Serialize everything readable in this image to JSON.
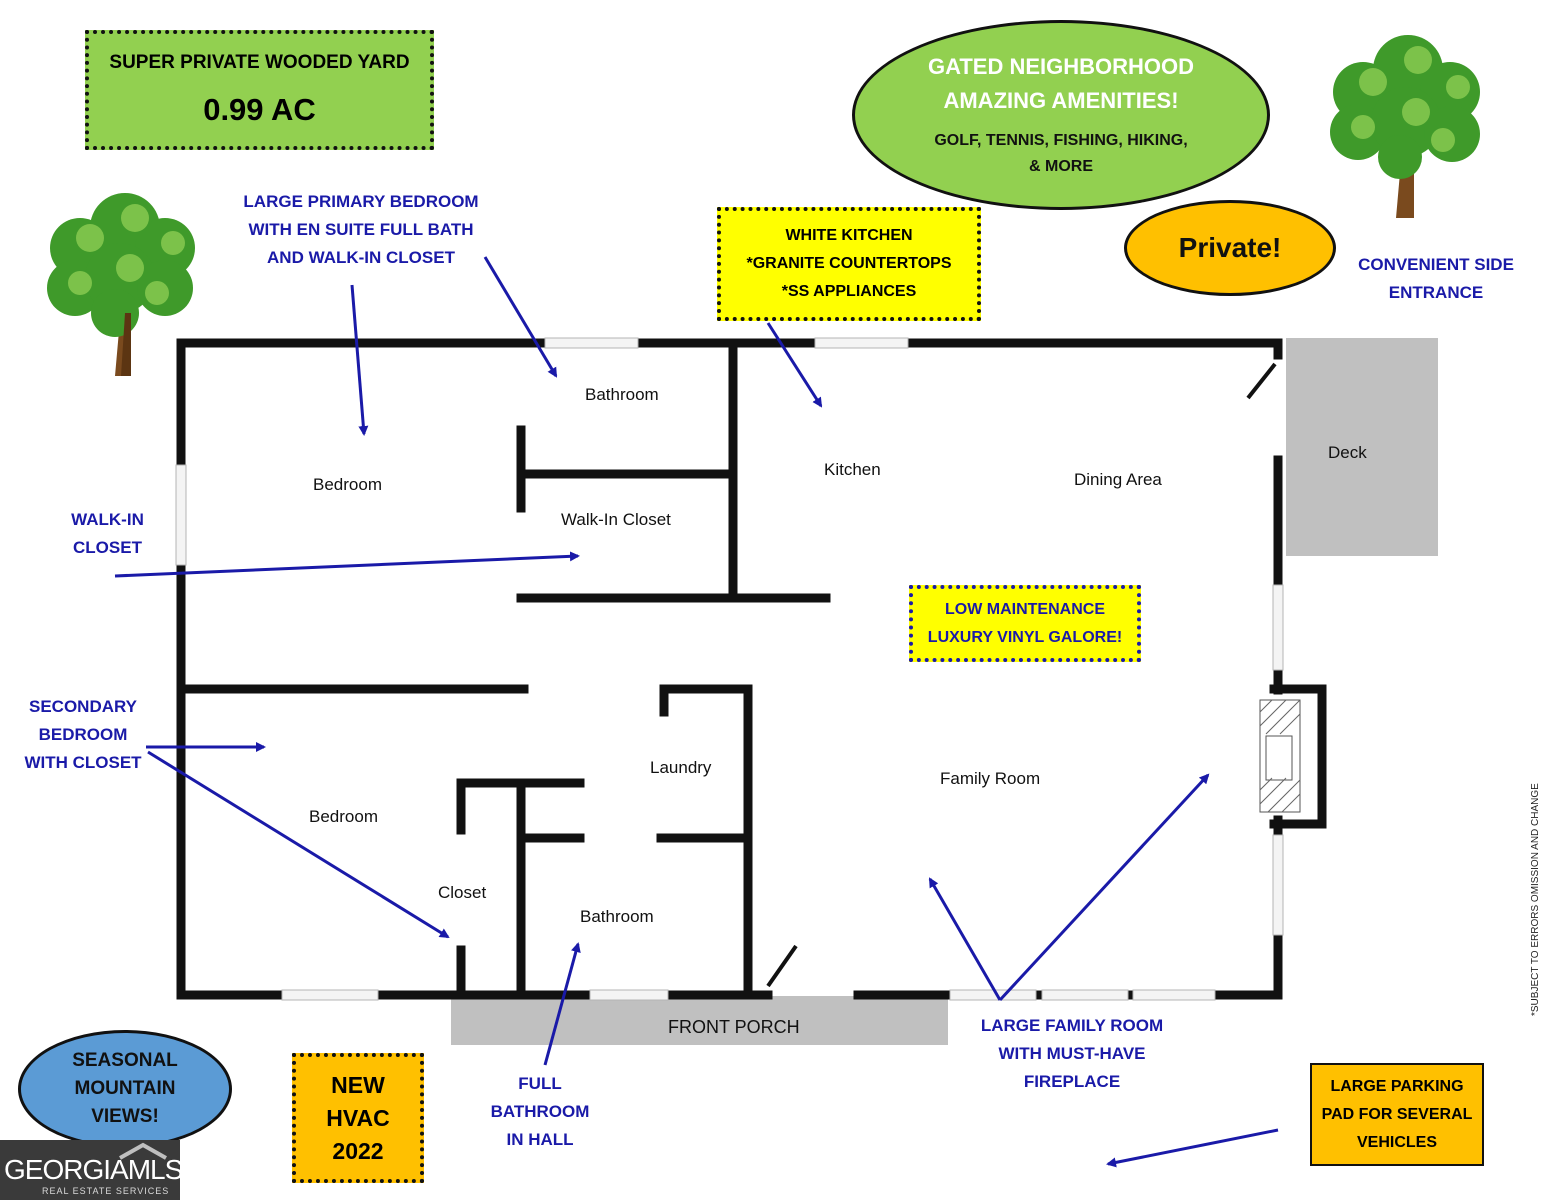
{
  "yard_box": {
    "line1": "SUPER PRIVATE WOODED YARD",
    "line2": "0.99 AC",
    "color": "#92d050"
  },
  "gated_oval": {
    "line1": "GATED NEIGHBORHOOD",
    "line2": "AMAZING AMENITIES!",
    "line3": "GOLF, TENNIS, FISHING, HIKING,",
    "line4": "& MORE",
    "color": "#92d050"
  },
  "private_oval": {
    "text": "Private!",
    "color": "#ffc000"
  },
  "kitchen_box": {
    "line1": "WHITE KITCHEN",
    "line2": "*GRANITE COUNTERTOPS",
    "line3": "*SS APPLIANCES",
    "color": "#ffff00"
  },
  "vinyl_box": {
    "line1": "LOW MAINTENANCE",
    "line2": "LUXURY VINYL GALORE!",
    "color": "#ffff00"
  },
  "mountain_oval": {
    "line1": "SEASONAL",
    "line2": "MOUNTAIN",
    "line3": "VIEWS!",
    "color": "#5b9bd5"
  },
  "hvac_box": {
    "line1": "NEW",
    "line2": "HVAC",
    "line3": "2022",
    "color": "#ffc000"
  },
  "parking_box": {
    "line1": "LARGE PARKING",
    "line2": "PAD FOR SEVERAL",
    "line3": "VEHICLES",
    "color": "#ffc000"
  },
  "notes": {
    "primary": [
      "LARGE PRIMARY BEDROOM",
      "WITH EN SUITE FULL BATH",
      "AND WALK-IN CLOSET"
    ],
    "walkin": [
      "WALK-IN",
      "CLOSET"
    ],
    "secondary": [
      "SECONDARY",
      "BEDROOM",
      "WITH CLOSET"
    ],
    "side_entrance": [
      "CONVENIENT SIDE",
      "ENTRANCE"
    ],
    "family": [
      "LARGE FAMILY ROOM",
      "WITH MUST-HAVE",
      "FIREPLACE"
    ],
    "hall_bath": [
      "FULL",
      "BATHROOM",
      "IN HALL"
    ]
  },
  "rooms": {
    "bathroom_top": "Bathroom",
    "bedroom_top": "Bedroom",
    "walkin_closet": "Walk-In Closet",
    "kitchen": "Kitchen",
    "dining": "Dining Area",
    "deck": "Deck",
    "laundry": "Laundry",
    "family": "Family Room",
    "bedroom_bottom": "Bedroom",
    "closet": "Closet",
    "bathroom_bottom": "Bathroom",
    "porch": "FRONT PORCH"
  },
  "disclaimer": "*SUBJECT TO ERRORS OMISSION AND CHANGE",
  "logo": {
    "brand": "GEORGIAMLS",
    "tagline": "REAL ESTATE SERVICES"
  }
}
